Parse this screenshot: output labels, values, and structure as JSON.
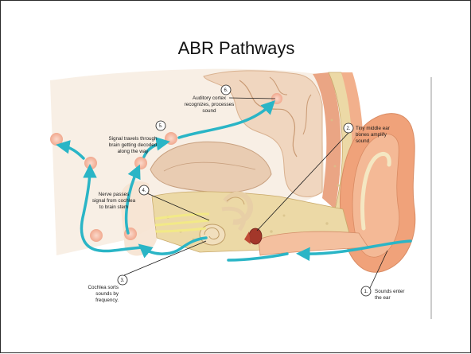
{
  "slide": {
    "title": "ABR Pathways"
  },
  "diagram": {
    "callouts": [
      {
        "number": "1.",
        "lines": [
          "Sounds enter",
          "the ear"
        ]
      },
      {
        "number": "2.",
        "lines": [
          "Tiny middle ear",
          "bones amplify",
          "sound"
        ]
      },
      {
        "number": "3.",
        "lines": [
          "Cochlea sorts",
          "sounds by",
          "frequency."
        ]
      },
      {
        "number": "4.",
        "lines": [
          "Nerve passes",
          "signal from cochlea",
          "to brain stem"
        ]
      },
      {
        "number": "5.",
        "lines": [
          "Signal travels through",
          "brain getting decoded",
          "along the way"
        ]
      },
      {
        "number": "6.",
        "lines": [
          "Auditory cortex",
          "recognizes, processes",
          "sound"
        ]
      }
    ],
    "colors": {
      "signal_arrow": "#2ab5c6",
      "relay_node": "#f6c3b0",
      "brain": "#f0d8c2",
      "skin": "#f2b08c",
      "bone": "#ecd9a6",
      "cartilage": "#f4e7c2",
      "nerve": "#f3ea86"
    }
  }
}
